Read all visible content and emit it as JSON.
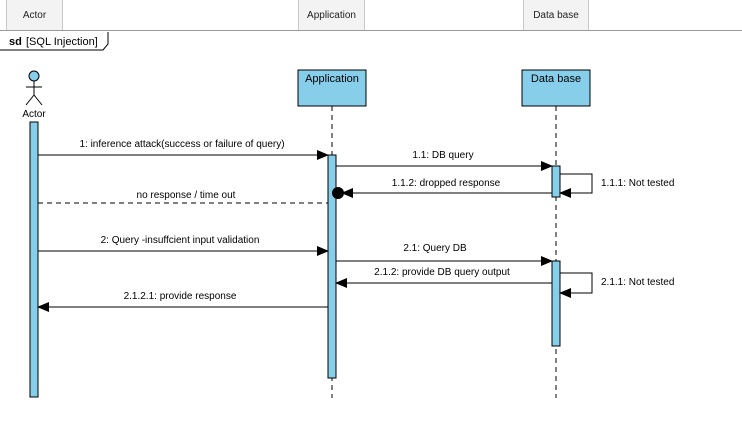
{
  "header": {
    "tabs": [
      {
        "label": "Actor"
      },
      {
        "label": "Application"
      },
      {
        "label": "Data base"
      }
    ]
  },
  "frame": {
    "kind": "sd",
    "title": "[SQL Injection]"
  },
  "participants": {
    "actor": {
      "label": "Actor"
    },
    "application": {
      "label": "Application"
    },
    "database": {
      "label": "Data base"
    }
  },
  "messages": [
    {
      "label": "1: inference attack(success or failure of query)"
    },
    {
      "label": "1.1: DB query"
    },
    {
      "label": "1.1.2: dropped response"
    },
    {
      "label": "1.1.1: Not tested"
    },
    {
      "label": "no response / time out"
    },
    {
      "label": "2: Query -insuffcient input validation"
    },
    {
      "label": "2.1: Query DB"
    },
    {
      "label": "2.1.2: provide DB query output"
    },
    {
      "label": "2.1.1: Not tested"
    },
    {
      "label": "2.1.2.1: provide response"
    }
  ],
  "colors": {
    "lifeline_fill": "#87ceeb",
    "stroke": "#000000"
  }
}
